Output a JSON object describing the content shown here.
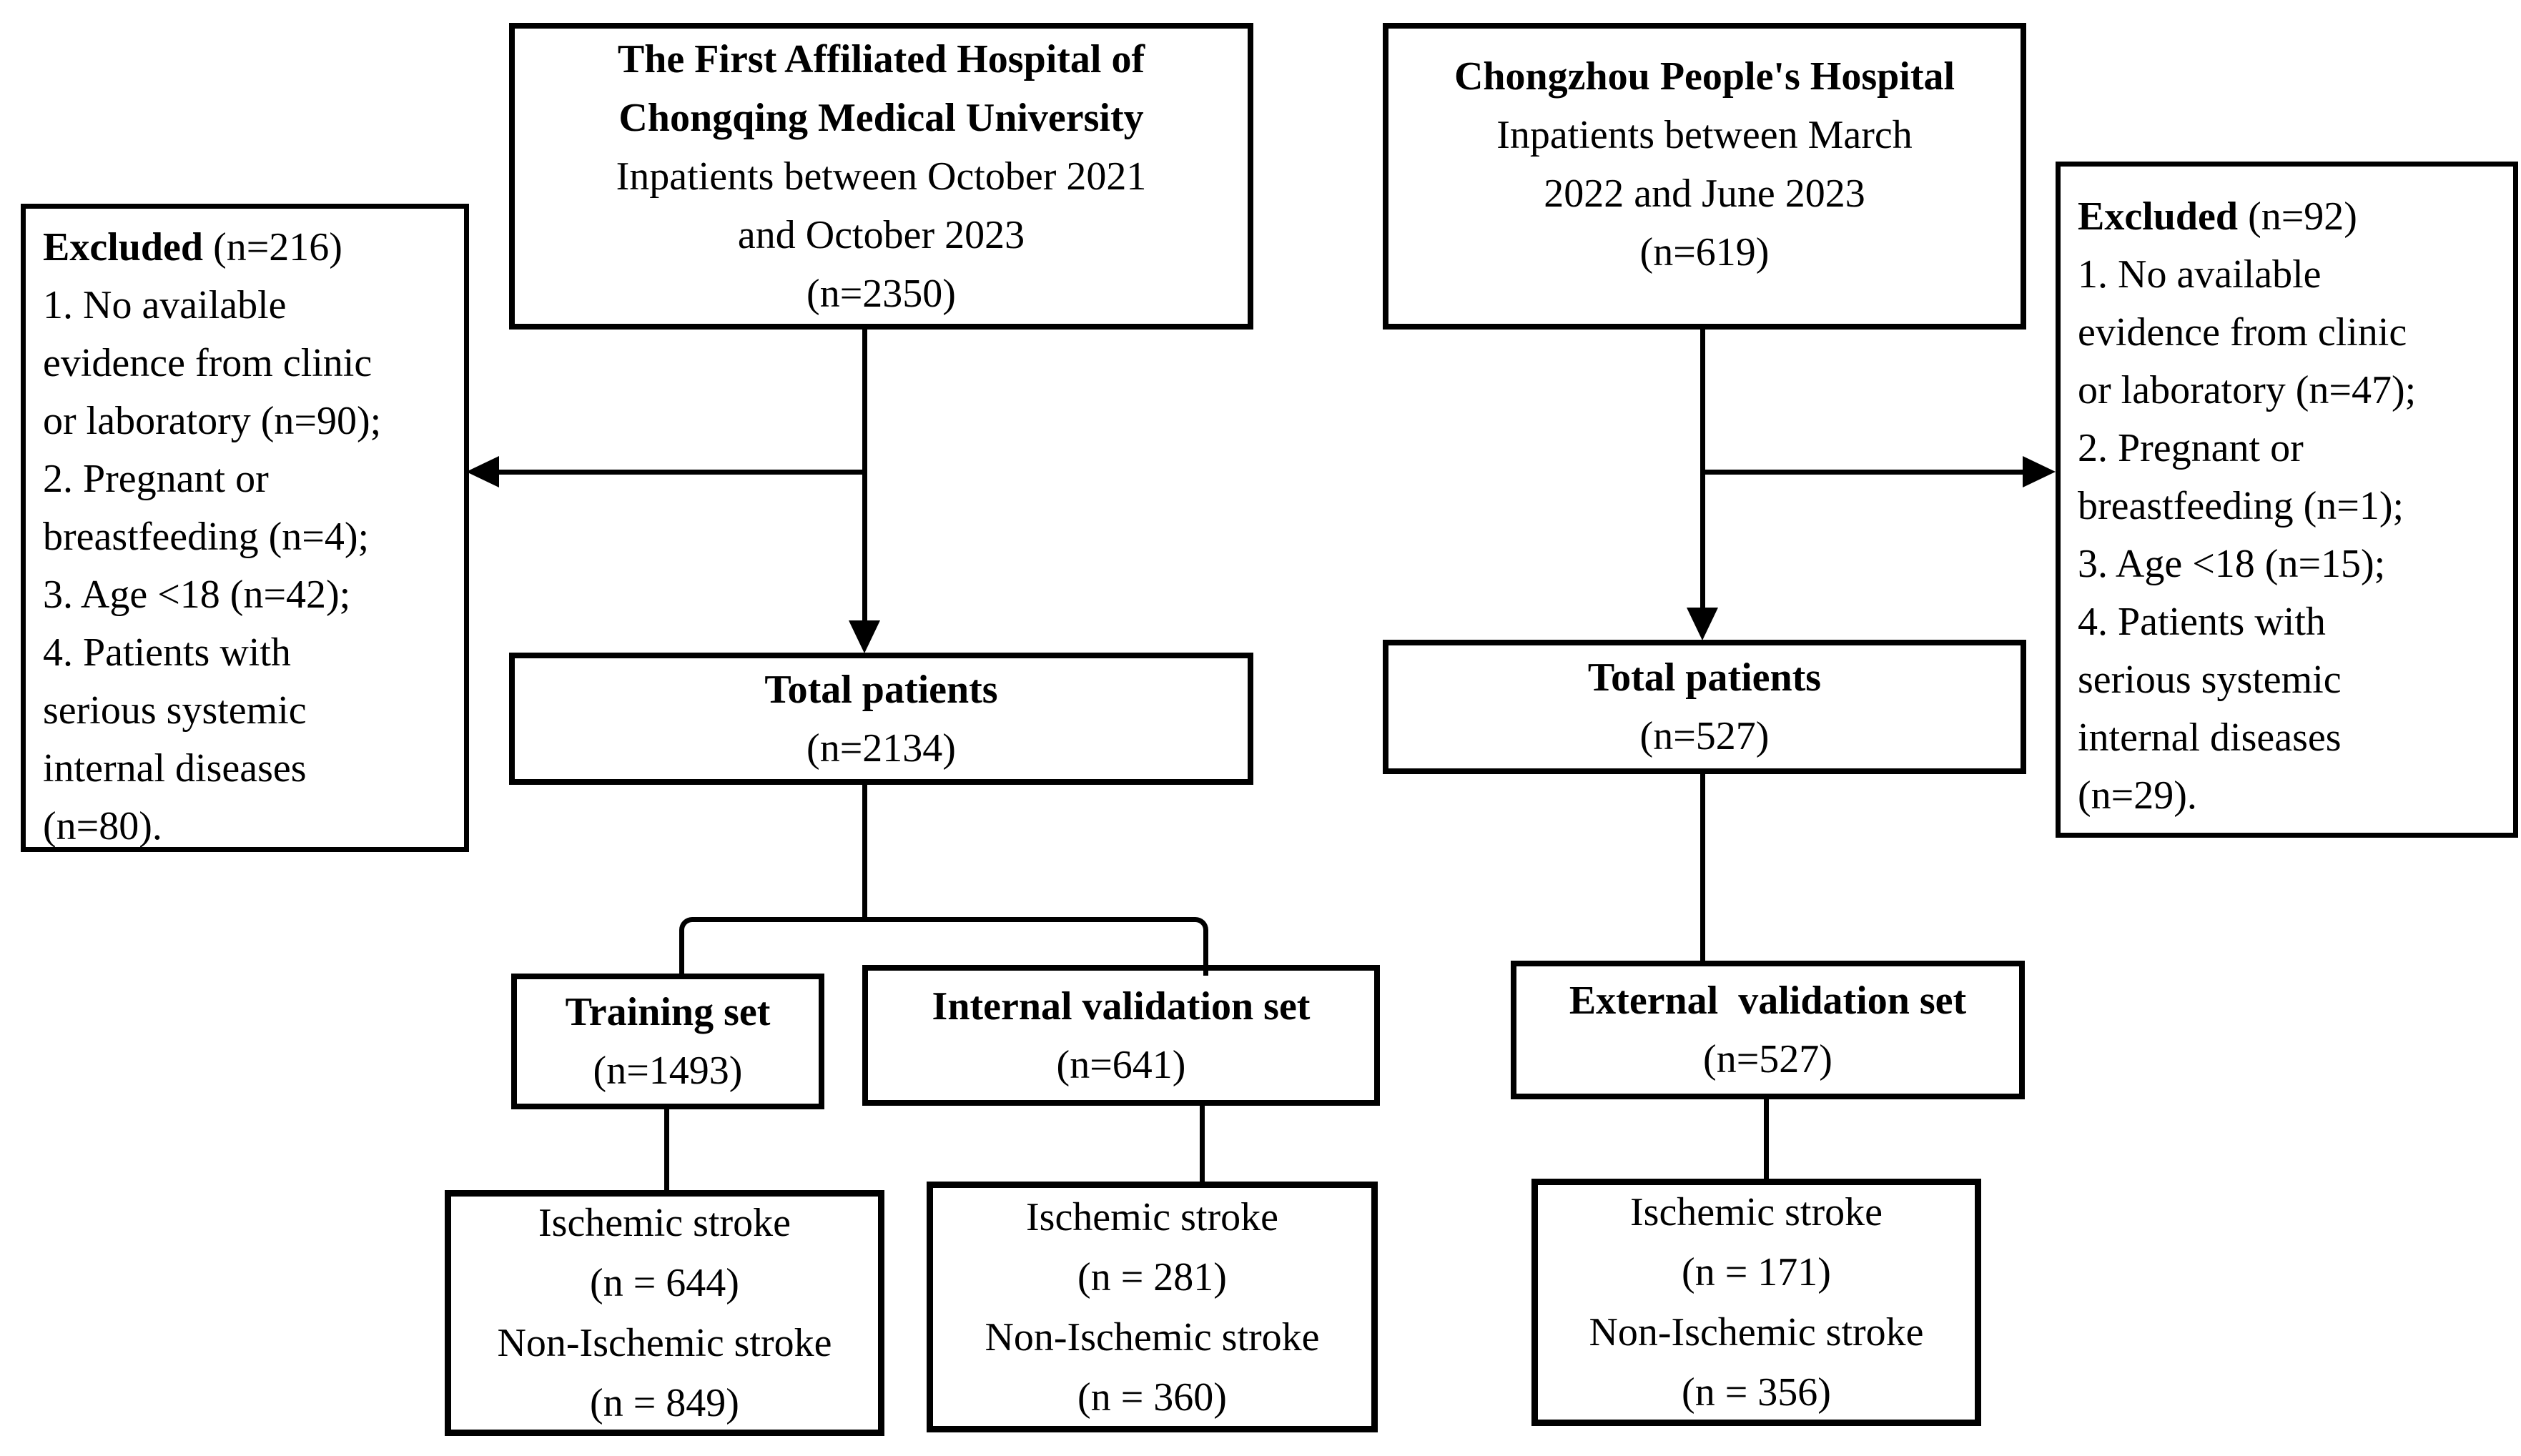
{
  "colors": {
    "background": "#ffffff",
    "box_border": "#000000",
    "text": "#000000",
    "line": "#000000"
  },
  "boxes": {
    "hospital1": {
      "lines": [
        "The First Affiliated Hospital of",
        "Chongqing Medical University",
        "Inpatients between October 2021",
        "and October 2023",
        "(n=2350)"
      ]
    },
    "hospital2": {
      "lines": [
        "Chongzhou People's Hospital",
        "Inpatients between March",
        "2022 and June 2023",
        "(n=619)"
      ]
    },
    "excluded1": {
      "title": "Excluded",
      "count": "(n=216)",
      "items": [
        "1. No available",
        "evidence from clinic",
        "or laboratory (n=90);",
        "2. Pregnant or",
        "breastfeeding (n=4);",
        "3. Age <18 (n=42);",
        "4. Patients with",
        "serious systemic",
        "internal diseases",
        "(n=80)."
      ]
    },
    "excluded2": {
      "title": "Excluded",
      "count": "(n=92)",
      "items": [
        "1. No available",
        "evidence from clinic",
        "or laboratory (n=47);",
        "2. Pregnant or",
        "breastfeeding (n=1);",
        "3. Age <18 (n=15);",
        "4. Patients with",
        "serious systemic",
        "internal diseases",
        "(n=29)."
      ]
    },
    "total1": {
      "title": "Total patients",
      "count": "(n=2134)"
    },
    "total2": {
      "title": "Total patients",
      "count": "(n=527)"
    },
    "training": {
      "title": "Training set",
      "count": "(n=1493)"
    },
    "internal": {
      "title": "Internal validation set",
      "count": "(n=641)"
    },
    "external": {
      "title": "External  validation set",
      "count": "(n=527)"
    },
    "outcome1": {
      "lines": [
        "Ischemic stroke",
        "(n = 644)",
        "Non-Ischemic stroke",
        "(n = 849)"
      ]
    },
    "outcome2": {
      "lines": [
        "Ischemic stroke",
        "(n = 281)",
        "Non-Ischemic stroke",
        "(n = 360)"
      ]
    },
    "outcome3": {
      "lines": [
        "Ischemic stroke",
        "(n = 171)",
        "Non-Ischemic stroke",
        "(n = 356)"
      ]
    }
  }
}
